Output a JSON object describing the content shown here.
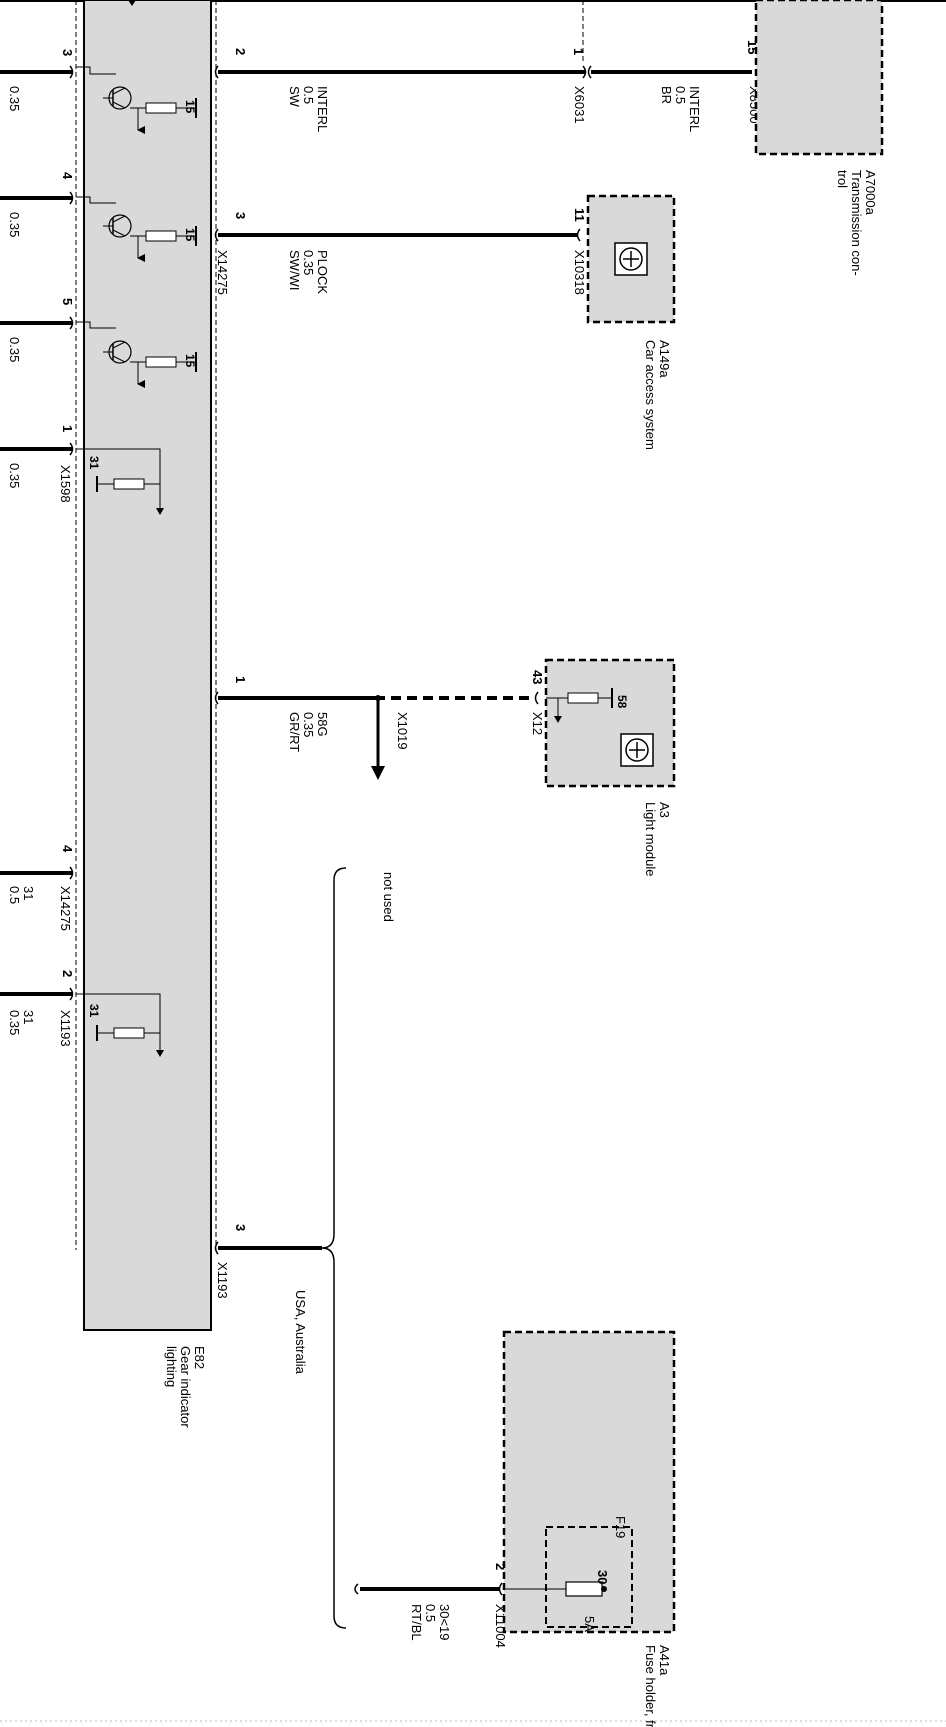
{
  "modules": {
    "e82": {
      "code": "E82",
      "name_lines": [
        "Gear indicator",
        "lighting"
      ]
    },
    "a7000a": {
      "code": "A7000a",
      "name_lines": [
        "Transmission con-",
        "trol"
      ]
    },
    "a149a": {
      "code": "A149a",
      "name_lines": [
        "Car access system"
      ]
    },
    "a3": {
      "code": "A3",
      "name_lines": [
        "Light module"
      ]
    },
    "a41a": {
      "code": "A41a",
      "name_lines": [
        "Fuse holder, front"
      ]
    },
    "f19": {
      "code": "F19",
      "rating": "5A",
      "terminal": "30"
    }
  },
  "pins": {
    "e82_left": [
      "3",
      "4",
      "5",
      "1",
      "4",
      "2"
    ],
    "e82_right": [
      "2",
      "3",
      "1",
      "3"
    ],
    "a7000a": "15",
    "a7000a_inner": "1",
    "a149a": "11",
    "a3": "43",
    "a41a": "2",
    "transistor_terms": [
      "15",
      "15",
      "15"
    ],
    "ground_terms": [
      "31",
      "31"
    ],
    "a3_internal": "58"
  },
  "connectors": {
    "x6031": "X6031",
    "x8500": "X8500",
    "x14275_a": "X14275",
    "x10318": "X10318",
    "x1598": "X1598",
    "x1019": "X1019",
    "x12": "X12",
    "x14275_b": "X14275",
    "x1193_a": "X1193",
    "x1193_b": "X1193",
    "x11004": "X11004"
  },
  "wires": {
    "interl_e82": [
      "INTERL",
      "0.5",
      "SW"
    ],
    "interl_a7000": [
      "INTERL",
      "0.5",
      "BR"
    ],
    "plock": [
      "PLOCK",
      "0.35",
      "SW/WI"
    ],
    "w58g": [
      "58G",
      "0.35",
      "GR/RT"
    ],
    "w31_a": [
      "31",
      "0.5"
    ],
    "w31_b": [
      "31",
      "0.35"
    ],
    "w30": [
      "30<19",
      "0.5",
      "RT/BL"
    ],
    "left_sizes": [
      "0.35",
      "0.35",
      "0.35",
      "0.35"
    ]
  },
  "notes": {
    "not_used": "not used",
    "usa": "USA, Australia"
  },
  "colors": {
    "module_fill": "#d9d9d9",
    "line": "#000000",
    "background": "#ffffff"
  }
}
